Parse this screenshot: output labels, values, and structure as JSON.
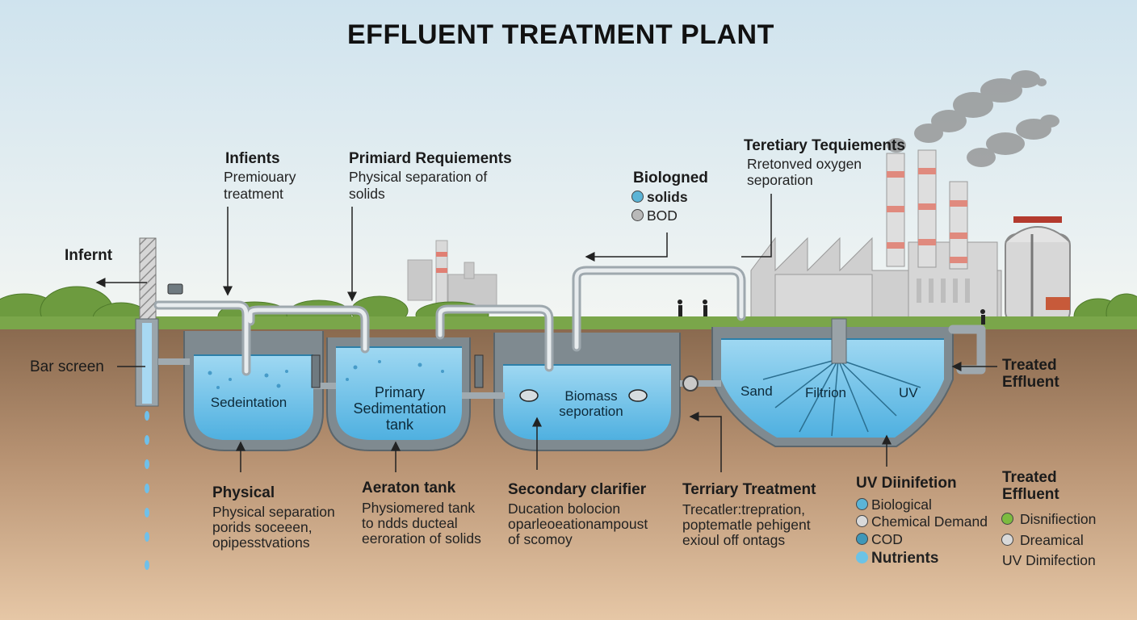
{
  "title": "EFFLUENT TREATMENT PLANT",
  "top_labels": {
    "infients": {
      "heading": "Infients",
      "lines": [
        "Premiouary",
        "treatment"
      ]
    },
    "primiard": {
      "heading": "Primiard Requiements",
      "lines": [
        "Physical separation of",
        "solids"
      ]
    },
    "biologned": {
      "heading": "Biologned",
      "items": [
        {
          "label": "solids",
          "color": "#5bb4d6",
          "bold": true
        },
        {
          "label": "BOD",
          "color": "#b9b9b9",
          "bold": false
        }
      ]
    },
    "teretiary": {
      "heading": "Teretiary Tequiements",
      "lines": [
        "Rretonved oxygen",
        "seporation"
      ]
    }
  },
  "side_labels": {
    "infernt": "Infernt",
    "bar_screen": "Bar screen",
    "treated_effluent": "Treated Effluent"
  },
  "tank_labels": {
    "tank1": "Sedeintation",
    "tank2": "Primary Sedimentation tank",
    "tank3": "Biomass seporation",
    "tank4_sand": "Sand",
    "tank4_filtrion": "Filtrion",
    "tank4_uv": "UV"
  },
  "bottom_labels": {
    "physical": {
      "heading": "Physical",
      "lines": [
        "Physical separation",
        "porids soceeen,",
        "opipesstvations"
      ]
    },
    "aeration": {
      "heading": "Aeraton tank",
      "lines": [
        "Physiomered tank",
        "to ndds  ducteal",
        "eeroration of solids"
      ]
    },
    "secondary": {
      "heading": "Secondary clarifier",
      "lines": [
        "Ducation bolocion",
        "oparleoeationampoust",
        "of scomoy"
      ]
    },
    "terriary": {
      "heading": "Terriary Treatment",
      "lines": [
        "Trecatler:trepration,",
        "poptematle pehigent",
        "exioul off ontags"
      ]
    },
    "uv": {
      "heading": "UV Diinifetion",
      "items": [
        {
          "label": "Biological",
          "color": "#5bb4d6",
          "bold": false
        },
        {
          "label": "Chemical Demand",
          "color": "#d9d9d9",
          "bold": false
        },
        {
          "label": "COD",
          "color": "#3f97b8",
          "bold": false
        },
        {
          "label": "Nutrients",
          "color": "#6cc3e6",
          "bold": true
        }
      ]
    },
    "treated": {
      "heading": "Treated Effluent",
      "items": [
        {
          "label": "Disnifiection",
          "color": "#7dbb3f"
        },
        {
          "label": "Dreamical",
          "color": "#d9d9d9"
        }
      ],
      "footer": "UV Dimifection"
    }
  },
  "colors": {
    "sky_top": "#cfe3ee",
    "sky_bottom": "#f4f6f3",
    "soil_top": "#8a6a4f",
    "soil_bottom": "#e6c7a6",
    "water": "#7cc6ec",
    "concrete": "#8e9aa1",
    "pipe": "#c7ced3",
    "grass": "#6d9b3f",
    "stripe": "#e07f73"
  },
  "icons": [
    "factory-icon",
    "smokestack-icon",
    "storage-tank-icon",
    "tree-icon",
    "valve-icon",
    "pump-icon",
    "person-icon"
  ]
}
